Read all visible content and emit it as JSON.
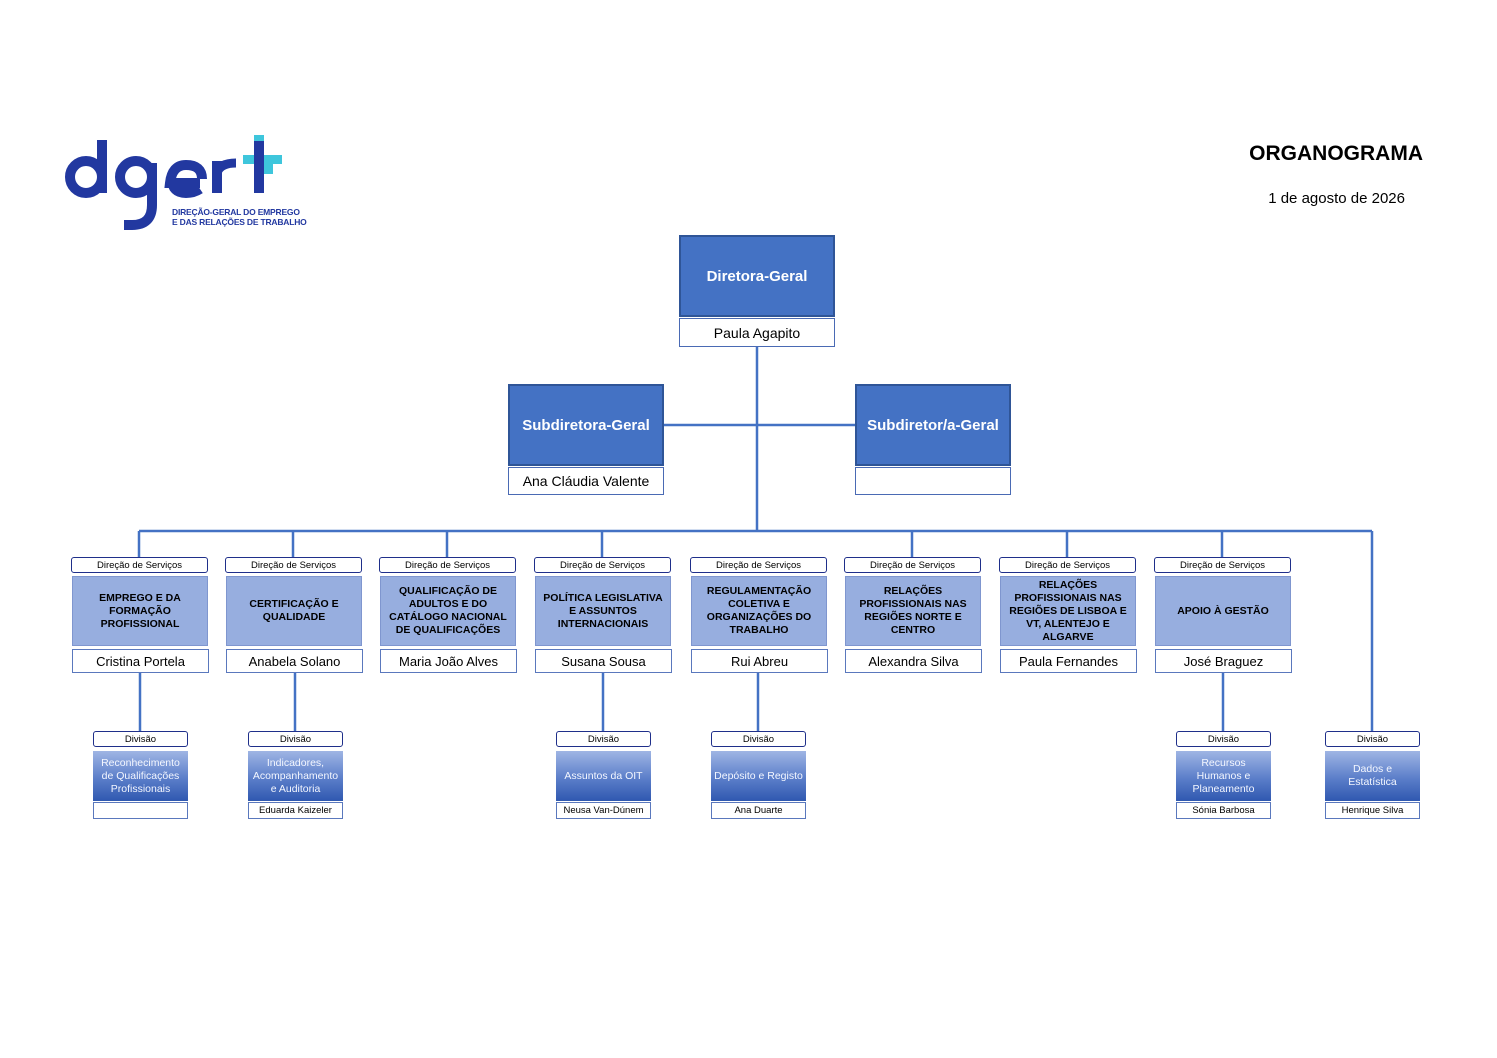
{
  "logo": {
    "wordmark": "dgert",
    "subtitle_line1": "DIREÇÃO-GERAL DO EMPREGO",
    "subtitle_line2": "E DAS RELAÇÕES DE TRABALHO"
  },
  "header": {
    "title": "ORGANOGRAMA",
    "date": "1 de agosto de 2026"
  },
  "colors": {
    "primary_box": "#4472c4",
    "service_box": "#97aedf",
    "connector": "#4472c4",
    "logo_blue": "#2238a0",
    "logo_cyan": "#3ec6dc"
  },
  "director": {
    "title": "Diretora-Geral",
    "name": "Paula Agapito"
  },
  "subdirectors": [
    {
      "title": "Subdiretora-Geral",
      "name": "Ana Cláudia Valente"
    },
    {
      "title": "Subdiretor/a-Geral",
      "name": ""
    }
  ],
  "services": [
    {
      "label": "Direção de Serviços",
      "title": "EMPREGO E DA FORMAÇÃO PROFISSIONAL",
      "name": "Cristina Portela"
    },
    {
      "label": "Direção de Serviços",
      "title": "CERTIFICAÇÃO E QUALIDADE",
      "name": "Anabela Solano"
    },
    {
      "label": "Direção de Serviços",
      "title": "QUALIFICAÇÃO DE ADULTOS E DO CATÁLOGO NACIONAL DE QUALIFICAÇÕES",
      "name": "Maria João Alves"
    },
    {
      "label": "Direção de Serviços",
      "title": "POLÍTICA LEGISLATIVA E ASSUNTOS INTERNACIONAIS",
      "name": "Susana Sousa"
    },
    {
      "label": "Direção de Serviços",
      "title": "REGULAMENTAÇÃO COLETIVA E ORGANIZAÇÕES DO TRABALHO",
      "name": "Rui Abreu"
    },
    {
      "label": "Direção de Serviços",
      "title": "RELAÇÕES PROFISSIONAIS NAS REGIÕES NORTE E CENTRO",
      "name": "Alexandra Silva"
    },
    {
      "label": "Direção de Serviços",
      "title": "RELAÇÕES PROFISSIONAIS NAS REGIÕES DE LISBOA E VT, ALENTEJO E ALGARVE",
      "name": "Paula Fernandes"
    },
    {
      "label": "Direção de Serviços",
      "title": "APOIO À GESTÃO",
      "name": "José Braguez"
    }
  ],
  "divisions": [
    {
      "label": "Divisão",
      "title": "Reconhecimento de Qualificações Profissionais",
      "name": ""
    },
    {
      "label": "Divisão",
      "title": "Indicadores, Acompanhamento e Auditoria",
      "name": "Eduarda Kaizeler"
    },
    {
      "label": "Divisão",
      "title": "Assuntos da OIT",
      "name": "Neusa Van-Dúnem"
    },
    {
      "label": "Divisão",
      "title": "Depósito e Registo",
      "name": "Ana Duarte"
    },
    {
      "label": "Divisão",
      "title": "Recursos Humanos e Planeamento",
      "name": "Sónia Barbosa"
    },
    {
      "label": "Divisão",
      "title": "Dados e Estatística",
      "name": "Henrique Silva"
    }
  ]
}
